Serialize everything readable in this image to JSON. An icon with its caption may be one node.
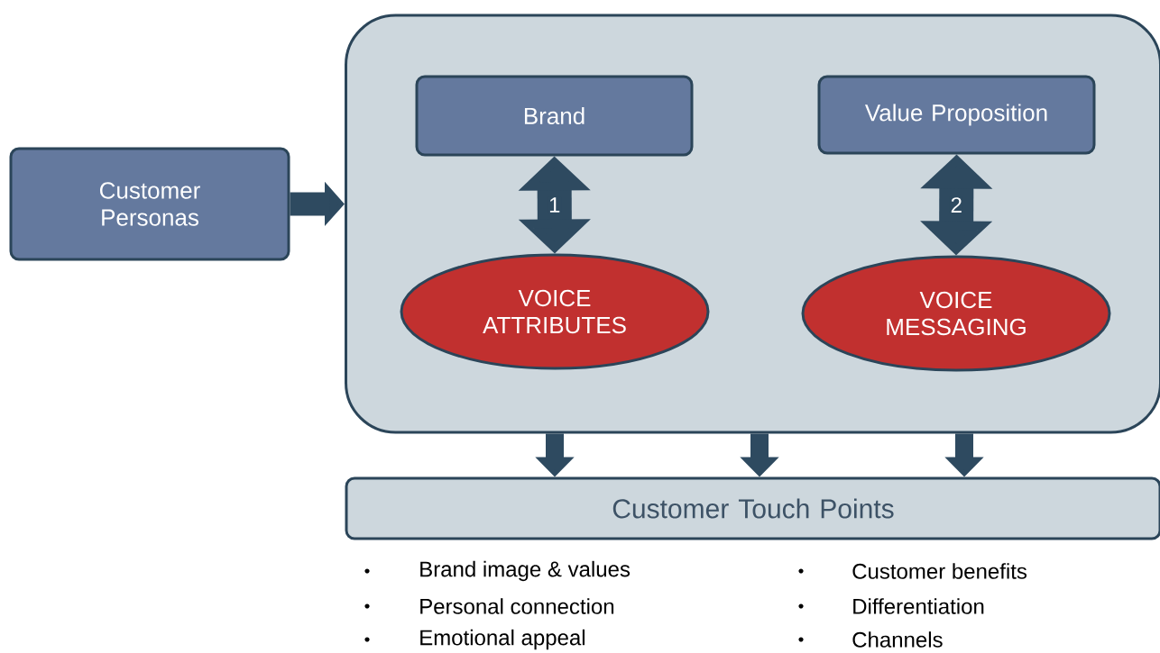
{
  "diagram": {
    "nodes": [
      {
        "text": [],
        "shape": "box"
      },
      {
        "text": [
          "Customer Personas"
        ]
      },
      {
        "text": [
          "Brand"
        ],
        "in": 0
      },
      {
        "text": [
          "Value Proposition"
        ],
        "in": 0
      },
      {
        "text": [
          "VOICE ATTRIBUTES"
        ],
        "in": 0
      },
      {
        "text": [
          "VOICE MESSAGING"
        ],
        "in": 0
      },
      {
        "text": [
          "Customer Touch Points"
        ]
      }
    ],
    "edges": [
      {
        "from": 1,
        "to": 0,
        "arrow": "to"
      },
      {
        "from": 2,
        "to": 4,
        "arrow": "both",
        "label": "1",
        "style": "thick"
      },
      {
        "from": 3,
        "to": 5,
        "arrow": "both",
        "label": "2",
        "style": "thick"
      },
      {
        "from": 0,
        "to": 6,
        "arrow": "to"
      },
      {
        "from": 0,
        "to": 6,
        "arrow": "to"
      },
      {
        "from": 0,
        "to": 6,
        "arrow": "to"
      }
    ],
    "labels": [
      "Brand image & values",
      "Personal connection",
      "Emotional appeal",
      "Customer benefits",
      "Differentiation",
      "Channels"
    ]
  }
}
